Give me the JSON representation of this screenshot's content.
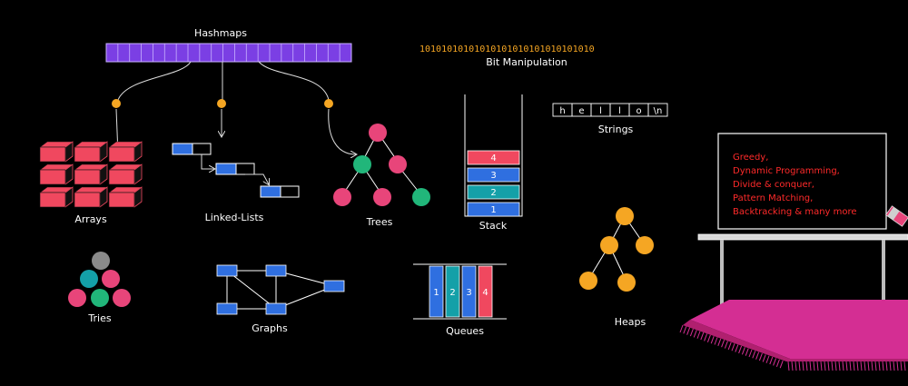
{
  "labels": {
    "hashmaps": "Hashmaps",
    "bit_manipulation": "Bit Manipulation",
    "bits": "10101010101010101010101010101010",
    "strings": "Strings",
    "arrays": "Arrays",
    "linked_lists": "Linked-Lists",
    "trees": "Trees",
    "stack": "Stack",
    "tries": "Tries",
    "graphs": "Graphs",
    "queues": "Queues",
    "heaps": "Heaps"
  },
  "string_chars": [
    "h",
    "e",
    "l",
    "l",
    "o",
    "\\n"
  ],
  "stack_items": [
    "4",
    "3",
    "2",
    "1"
  ],
  "queue_items": [
    "1",
    "2",
    "3",
    "4"
  ],
  "board_lines": [
    "Greedy,",
    "Dynamic Programming,",
    "Divide & conquer,",
    "Pattern Matching,",
    "Backtracking & many more"
  ],
  "colors": {
    "purple": "#7b3fe4",
    "red": "#f0485f",
    "blue": "#2f6fe0",
    "teal": "#14a0a8",
    "green": "#21b67a",
    "pink": "#e8457a",
    "magenta": "#d42e93",
    "orange": "#f5a623",
    "gray": "#8a8a8a",
    "board_text": "#ff2a2a"
  }
}
